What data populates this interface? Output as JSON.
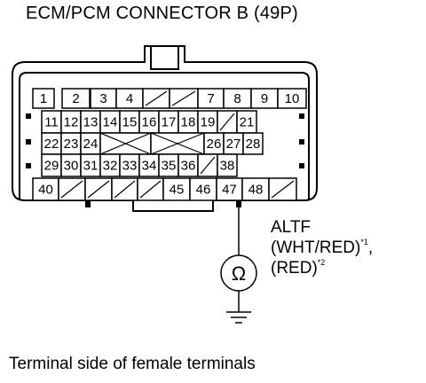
{
  "title": "ECM/PCM CONNECTOR B (49P)",
  "footer": "Terminal side of female terminals",
  "connector": {
    "rows": [
      [
        "1",
        "2",
        "3",
        "4",
        "",
        "",
        "7",
        "8",
        "9",
        "10"
      ],
      [
        "11",
        "12",
        "13",
        "14",
        "15",
        "16",
        "17",
        "18",
        "19",
        "",
        "21"
      ],
      [
        "22",
        "23",
        "24",
        "",
        "",
        "26",
        "27",
        "28"
      ],
      [
        "29",
        "30",
        "31",
        "32",
        "33",
        "34",
        "35",
        "36",
        "",
        "38"
      ],
      [
        "40",
        "",
        "",
        "",
        "",
        "45",
        "46",
        "47",
        "48",
        ""
      ]
    ],
    "highlighted_terminal": "47"
  },
  "callout": {
    "signal": "ALTF",
    "wire1": "(WHT/RED)",
    "wire1_note": "*1",
    "wire1_suffix": ",",
    "wire2": "(RED)",
    "wire2_note": "*2",
    "meter_symbol": "Ω"
  }
}
